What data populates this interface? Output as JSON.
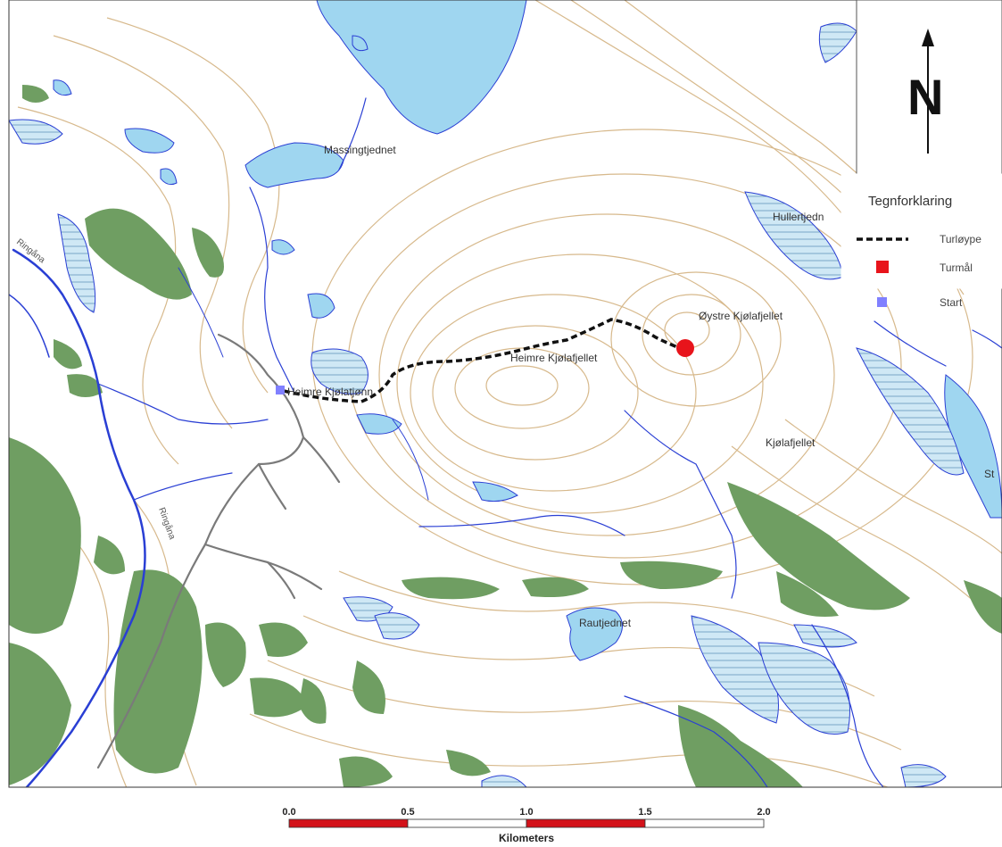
{
  "map": {
    "place_names": {
      "massingtjednet": "Massingtjednet",
      "ringane_upper": "Ringåna",
      "ringane_lower": "Ringåna",
      "heimre": "Heimre Kjølafjellet",
      "oystre": "Øystre Kjølafjellet",
      "kjolafjellet": "Kjølafjellet",
      "hullertjedn": "Hullertjedn",
      "start_label": "Heimre Kjølatjønn",
      "rautjednet": "Rautjednet",
      "st": "St"
    },
    "colors": {
      "water": "#9fd6f0",
      "water_outline": "#2a3fd4",
      "forest": "#6f9e62",
      "contour": "#d7b98c",
      "route": "#111111",
      "goal": "#e8141b",
      "start": "#8080ff",
      "road": "#777777"
    }
  },
  "north_arrow": {
    "letter": "N"
  },
  "legend": {
    "title": "Tegnforklaring",
    "items": [
      {
        "label": "Turløype",
        "symbol": "dashed-line"
      },
      {
        "label": "Turmål",
        "symbol": "red-square"
      },
      {
        "label": "Start",
        "symbol": "blue-square"
      }
    ]
  },
  "scale_bar": {
    "ticks": [
      "0.0",
      "0.5",
      "1.0",
      "1.5",
      "2.0"
    ],
    "units": "Kilometers"
  }
}
